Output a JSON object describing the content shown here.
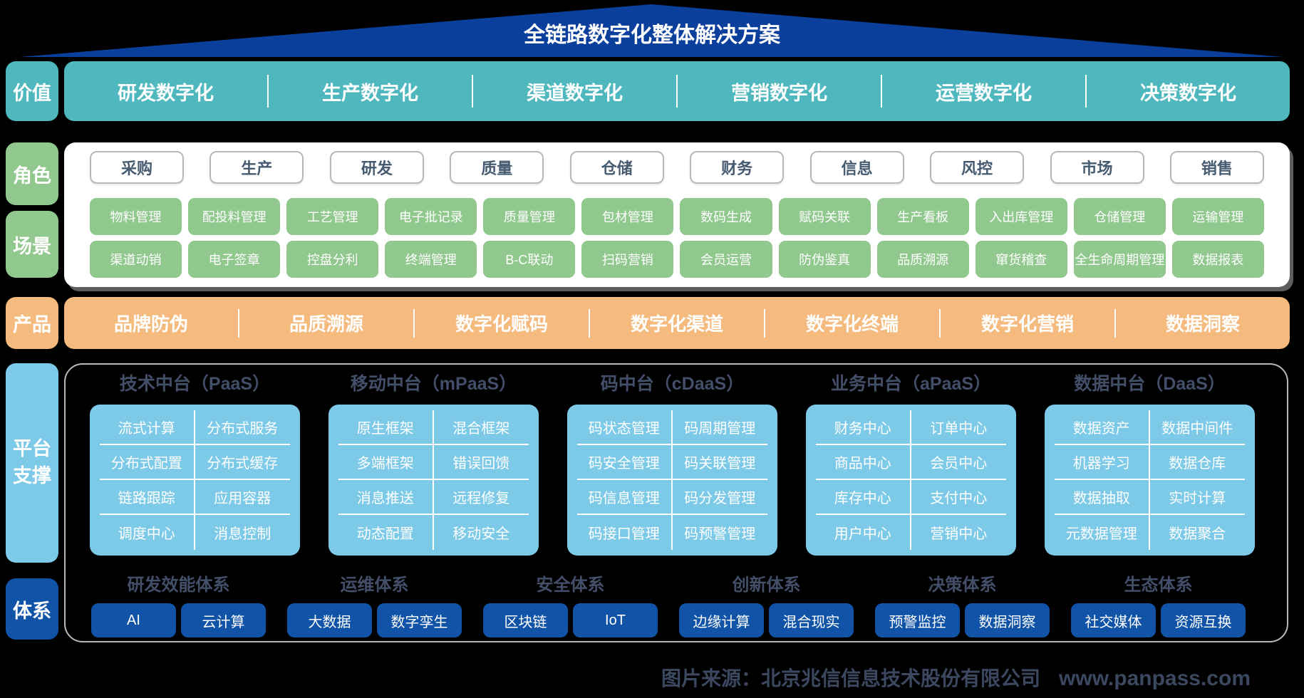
{
  "title": "全链路数字化整体解决方案",
  "colors": {
    "banner_blue": "#0a3f9c",
    "teal": "#4fb8be",
    "green": "#90c88e",
    "orange": "#f5ba7e",
    "light_blue": "#7ccae8",
    "dark_blue": "#1053a7",
    "slate_text": "#434f69"
  },
  "value": {
    "label": "价值",
    "items": [
      "研发数字化",
      "生产数字化",
      "渠道数字化",
      "营销数字化",
      "运营数字化",
      "决策数字化"
    ]
  },
  "role": {
    "label": "角色",
    "items": [
      "采购",
      "生产",
      "研发",
      "质量",
      "仓储",
      "财务",
      "信息",
      "风控",
      "市场",
      "销售"
    ]
  },
  "scene": {
    "label": "场景",
    "rows": [
      [
        "物料管理",
        "配投料管理",
        "工艺管理",
        "电子批记录",
        "质量管理",
        "包材管理",
        "数码生成",
        "赋码关联",
        "生产看板",
        "入出库管理",
        "仓储管理",
        "运输管理"
      ],
      [
        "渠道动销",
        "电子签章",
        "控盘分利",
        "终端管理",
        "B-C联动",
        "扫码营销",
        "会员运营",
        "防伪鉴真",
        "品质溯源",
        "窜货稽查",
        "全生命周期管理",
        "数据报表"
      ]
    ]
  },
  "product": {
    "label": "产品",
    "items": [
      "品牌防伪",
      "品质溯源",
      "数字化赋码",
      "数字化渠道",
      "数字化终端",
      "数字化营销",
      "数据洞察"
    ]
  },
  "platform": {
    "label": "平台\n支撑",
    "columns": [
      {
        "title": "技术中台（PaaS）",
        "cells": [
          "流式计算",
          "分布式服务",
          "分布式配置",
          "分布式缓存",
          "链路跟踪",
          "应用容器",
          "调度中心",
          "消息控制"
        ]
      },
      {
        "title": "移动中台（mPaaS）",
        "cells": [
          "原生框架",
          "混合框架",
          "多端框架",
          "错误回馈",
          "消息推送",
          "远程修复",
          "动态配置",
          "移动安全"
        ]
      },
      {
        "title": "码中台（cDaaS）",
        "cells": [
          "码状态管理",
          "码周期管理",
          "码安全管理",
          "码关联管理",
          "码信息管理",
          "码分发管理",
          "码接口管理",
          "码预警管理"
        ]
      },
      {
        "title": "业务中台（aPaaS）",
        "cells": [
          "财务中心",
          "订单中心",
          "商品中心",
          "会员中心",
          "库存中心",
          "支付中心",
          "用户中心",
          "营销中心"
        ]
      },
      {
        "title": "数据中台（DaaS）",
        "cells": [
          "数据资产",
          "数据中间件",
          "机器学习",
          "数据仓库",
          "数据抽取",
          "实时计算",
          "元数据管理",
          "数据聚合"
        ]
      }
    ]
  },
  "system": {
    "label": "体系",
    "groups": [
      {
        "title": "研发效能体系",
        "items": [
          "AI",
          "云计算"
        ]
      },
      {
        "title": "运维体系",
        "items": [
          "大数据",
          "数字孪生"
        ]
      },
      {
        "title": "安全体系",
        "items": [
          "区块链",
          "IoT"
        ]
      },
      {
        "title": "创新体系",
        "items": [
          "边缘计算",
          "混合现实"
        ]
      },
      {
        "title": "决策体系",
        "items": [
          "预警监控",
          "数据洞察"
        ]
      },
      {
        "title": "生态体系",
        "items": [
          "社交媒体",
          "资源互换"
        ]
      }
    ]
  },
  "footer": {
    "source": "图片来源：北京兆信信息技术股份有限公司",
    "website": "www.panpass.com"
  }
}
